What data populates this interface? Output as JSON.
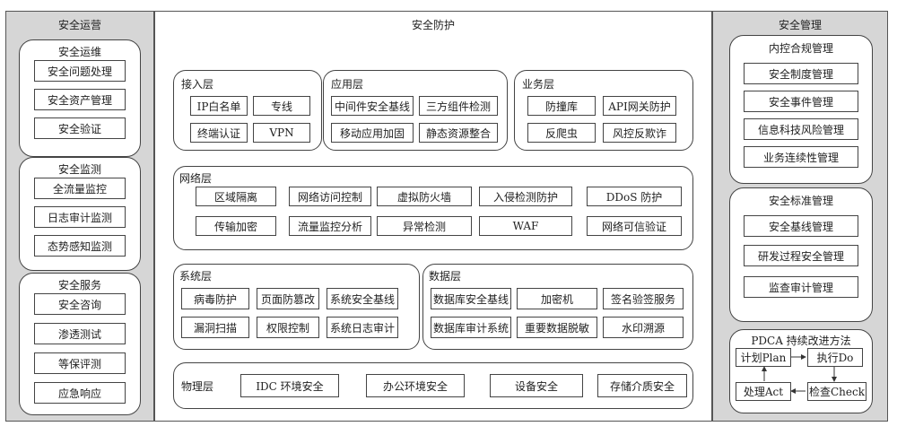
{
  "left": {
    "title": "安全运营",
    "groups": [
      {
        "title": "安全运维",
        "items": [
          "安全问题处理",
          "安全资产管理",
          "安全验证"
        ]
      },
      {
        "title": "安全监测",
        "items": [
          "全流量监控",
          "日志审计监测",
          "态势感知监测"
        ]
      },
      {
        "title": "安全服务",
        "items": [
          "安全咨询",
          "渗透测试",
          "等保评测",
          "应急响应"
        ]
      }
    ]
  },
  "center": {
    "title": "安全防护",
    "access": {
      "label": "接入层",
      "items": [
        "IP白名单",
        "专线",
        "终端认证",
        "VPN"
      ]
    },
    "app": {
      "label": "应用层",
      "items": [
        "中间件安全基线",
        "三方组件检测",
        "移动应用加固",
        "静态资源整合"
      ]
    },
    "biz": {
      "label": "业务层",
      "items": [
        "防撞库",
        "API网关防护",
        "反爬虫",
        "风控反欺诈"
      ]
    },
    "net": {
      "label": "网络层",
      "items": [
        "区域隔离",
        "网络访问控制",
        "虚拟防火墙",
        "入侵检测防护",
        "DDoS 防护",
        "传输加密",
        "流量监控分析",
        "异常检测",
        "WAF",
        "网络可信验证"
      ]
    },
    "sys": {
      "label": "系统层",
      "items": [
        "病毒防护",
        "页面防篡改",
        "系统安全基线",
        "漏洞扫描",
        "权限控制",
        "系统日志审计"
      ]
    },
    "data": {
      "label": "数据层",
      "items": [
        "数据库安全基线",
        "加密机",
        "签名验签服务",
        "数据库审计系统",
        "重要数据脱敏",
        "水印溯源"
      ]
    },
    "phys": {
      "label": "物理层",
      "items": [
        "IDC 环境安全",
        "办公环境安全",
        "设备安全",
        "存储介质安全"
      ]
    }
  },
  "right": {
    "title": "安全管理",
    "groups": [
      {
        "title": "内控合规管理",
        "items": [
          "安全制度管理",
          "安全事件管理",
          "信息科技风险管理",
          "业务连续性管理"
        ]
      },
      {
        "title": "安全标准管理",
        "items": [
          "安全基线管理",
          "研发过程安全管理",
          "监查审计管理"
        ]
      }
    ],
    "pdca": {
      "title": "PDCA 持续改进方法",
      "plan": "计划Plan",
      "do": "执行Do",
      "act": "处理Act",
      "check": "检查Check"
    }
  }
}
